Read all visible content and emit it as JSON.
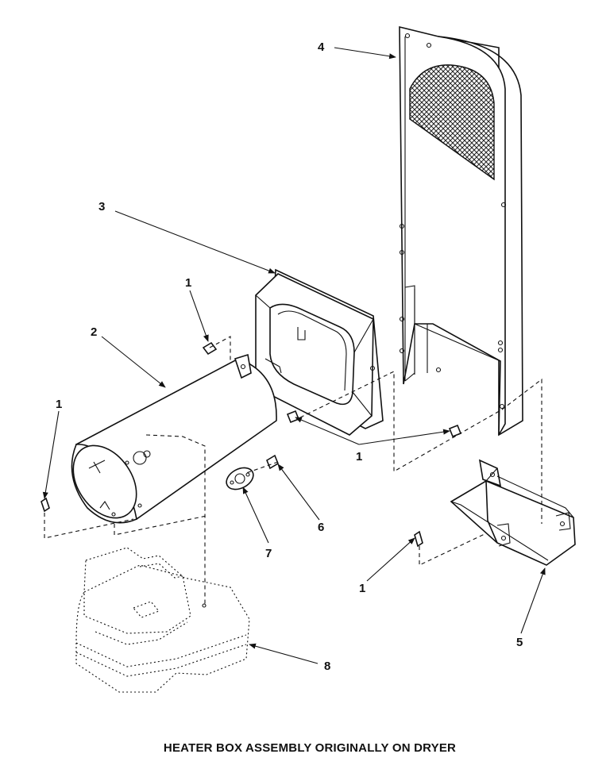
{
  "caption": "HEATER BOX ASSEMBLY ORIGINALLY ON DRYER",
  "callouts": {
    "c1a": "1",
    "c1b": "1",
    "c1c": "1",
    "c1d": "1",
    "c2": "2",
    "c3": "3",
    "c4": "4",
    "c5": "5",
    "c6": "6",
    "c7": "7",
    "c8": "8"
  }
}
